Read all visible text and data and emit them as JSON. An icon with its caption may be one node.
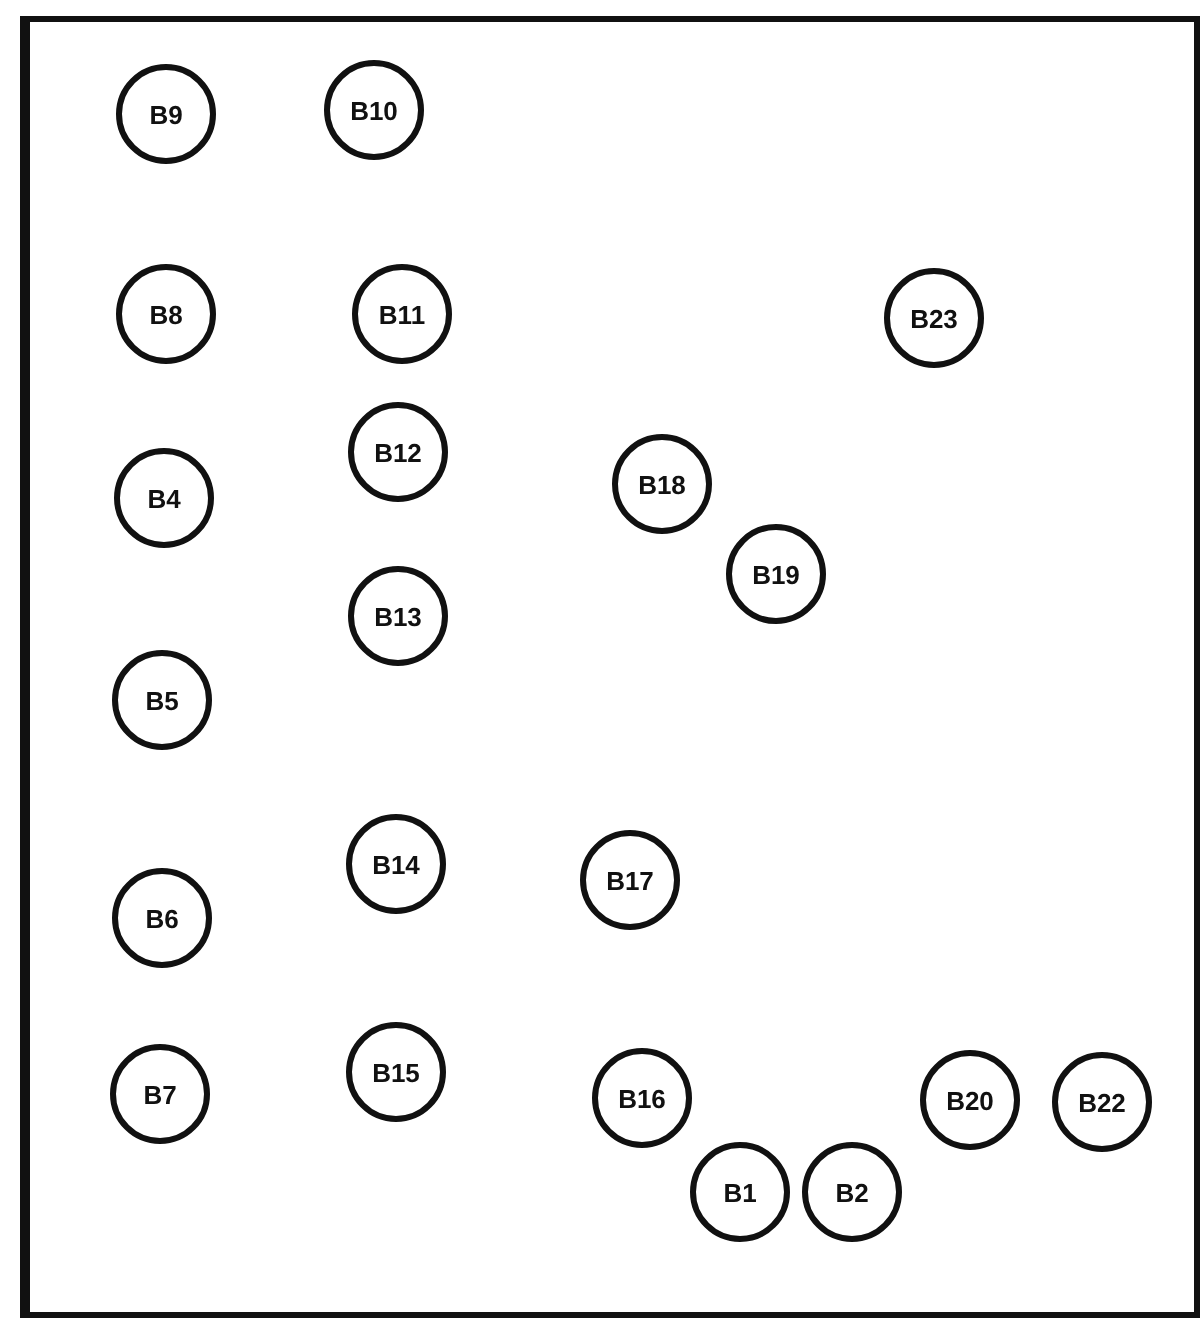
{
  "diagram": {
    "nodes": [
      {
        "text": [
          "B9"
        ]
      },
      {
        "text": [
          "B10"
        ]
      },
      {
        "text": [
          "B8"
        ]
      },
      {
        "text": [
          "B11"
        ]
      },
      {
        "text": [
          "B23"
        ]
      },
      {
        "text": [
          "B4"
        ]
      },
      {
        "text": [
          "B12"
        ]
      },
      {
        "text": [
          "B18"
        ]
      },
      {
        "text": [
          "B19"
        ]
      },
      {
        "text": [
          "B13"
        ]
      },
      {
        "text": [
          "B5"
        ]
      },
      {
        "text": [
          "B14"
        ]
      },
      {
        "text": [
          "B17"
        ]
      },
      {
        "text": [
          "B6"
        ]
      },
      {
        "text": [
          "B7"
        ]
      },
      {
        "text": [
          "B15"
        ]
      },
      {
        "text": [
          "B16"
        ]
      },
      {
        "text": [
          "B20"
        ]
      },
      {
        "text": [
          "B22"
        ]
      },
      {
        "text": [
          "B1"
        ]
      },
      {
        "text": [
          "B2"
        ]
      }
    ]
  }
}
